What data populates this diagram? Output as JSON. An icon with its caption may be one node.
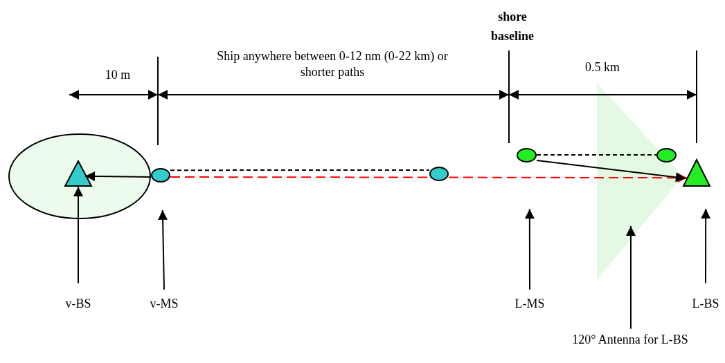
{
  "diagram": {
    "nodes": [
      {
        "text": [],
        "shape": "circle"
      },
      {
        "text": [],
        "shape": "triangle",
        "in": 0
      },
      {
        "text": [],
        "shape": "circle"
      },
      {
        "text": [],
        "shape": "circle"
      },
      {
        "text": [],
        "shape": "circle"
      },
      {
        "text": [],
        "shape": "circle"
      },
      {
        "text": [],
        "shape": "triangle"
      },
      {
        "text": [
          "v-BS"
        ]
      },
      {
        "text": [
          "v-MS"
        ]
      },
      {
        "text": [
          "L-MS"
        ]
      },
      {
        "text": [
          "120° Antenna for L-BS"
        ]
      },
      {
        "text": [
          "L-BS"
        ]
      }
    ],
    "edges": [
      {
        "from": 2,
        "to": 1,
        "arrow": "to"
      },
      {
        "from": 2,
        "to": 3,
        "arrow": "none",
        "style": "dashed"
      },
      {
        "from": 2,
        "to": 3,
        "arrow": "none",
        "style": "dashed",
        "color": "#ff0000"
      },
      {
        "from": 3,
        "to": 6,
        "arrow": "to",
        "style": "dashed",
        "color": "#ff0000"
      },
      {
        "from": 4,
        "to": 5,
        "arrow": "none",
        "style": "dashed"
      },
      {
        "from": 4,
        "to": 6,
        "arrow": "to"
      },
      {
        "from": 7,
        "to": 1,
        "arrow": "to"
      },
      {
        "from": 8,
        "to": 2,
        "arrow": "to"
      },
      {
        "from": 9,
        "to": 4,
        "arrow": "to"
      },
      {
        "from": 10,
        "to": null,
        "arrow": "to"
      },
      {
        "from": 11,
        "to": 6,
        "arrow": "to"
      }
    ],
    "labels": [
      "shore baseline",
      "10 m",
      "Ship anywhere between 0-12 nm (0-22 km) or shorter paths",
      "0.5 km"
    ]
  }
}
